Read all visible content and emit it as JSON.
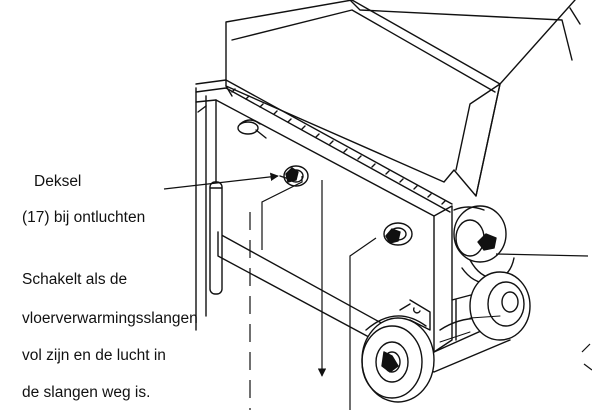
{
  "labels": {
    "lid_line1": "Deksel",
    "lid_line2": "(17) bij ontluchten",
    "switch_line1": "Schakelt als de",
    "switch_line2": "vloerverwarmingsslangen",
    "switch_line3": "vol zijn en de lucht in",
    "switch_line4": "de slangen weg is."
  },
  "colors": {
    "ink": "#111111",
    "background": "#ffffff"
  }
}
